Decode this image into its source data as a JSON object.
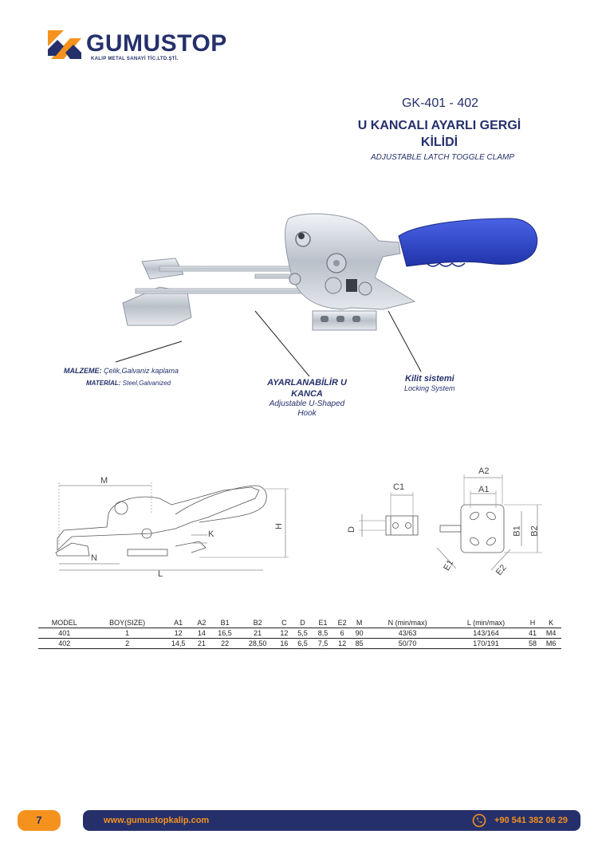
{
  "brand": {
    "name": "GUMUSTOP",
    "subtitle": "KALIP METAL SANAYİ TİC.LTD.ŞTİ."
  },
  "product": {
    "code": "GK-401 - 402",
    "title_line1": "U KANCALI AYARLI GERGİ",
    "title_line2": "KİLİDİ",
    "subtitle_en": "ADJUSTABLE LATCH TOGGLE CLAMP"
  },
  "callouts": {
    "material_tr_label": "MALZEME:",
    "material_tr_value": "Çelik,Galvaniz kaplama",
    "material_en_label": "MATERİAL:",
    "material_en_value": "Steel,Galvanized",
    "hook_tr_1": "AYARLANABİLİR U",
    "hook_tr_2": "KANCA",
    "hook_en_1": "Adjustable  U-Shaped",
    "hook_en_2": "Hook",
    "lock_tr": "Kilit sistemi",
    "lock_en": "Locking System"
  },
  "drawing_labels": {
    "m": "M",
    "h": "H",
    "k": "K",
    "n": "N",
    "l": "L",
    "c1": "C1",
    "d": "D",
    "a2": "A2",
    "a1": "A1",
    "b1": "B1",
    "b2": "B2",
    "e1": "E1",
    "e2": "E2"
  },
  "table": {
    "headers": [
      "MODEL",
      "BOY(SIZE)",
      "A1",
      "A2",
      "B1",
      "B2",
      "C",
      "D",
      "E1",
      "E2",
      "M",
      "N (min/max)",
      "L (min/max)",
      "H",
      "K"
    ],
    "rows": [
      [
        "401",
        "1",
        "12",
        "14",
        "16,5",
        "21",
        "12",
        "5,5",
        "8,5",
        "6",
        "90",
        "43/63",
        "143/164",
        "41",
        "M4"
      ],
      [
        "402",
        "2",
        "14,5",
        "21",
        "22",
        "28,50",
        "16",
        "6,5",
        "7,5",
        "12",
        "85",
        "50/70",
        "170/191",
        "58",
        "M6"
      ]
    ]
  },
  "footer": {
    "page": "7",
    "website": "www.gumustopkalip.com",
    "phone": "+90 541 382 06 29"
  },
  "colors": {
    "navy": "#25306b",
    "orange": "#f5921e",
    "handle_blue": "#2f45c8"
  }
}
